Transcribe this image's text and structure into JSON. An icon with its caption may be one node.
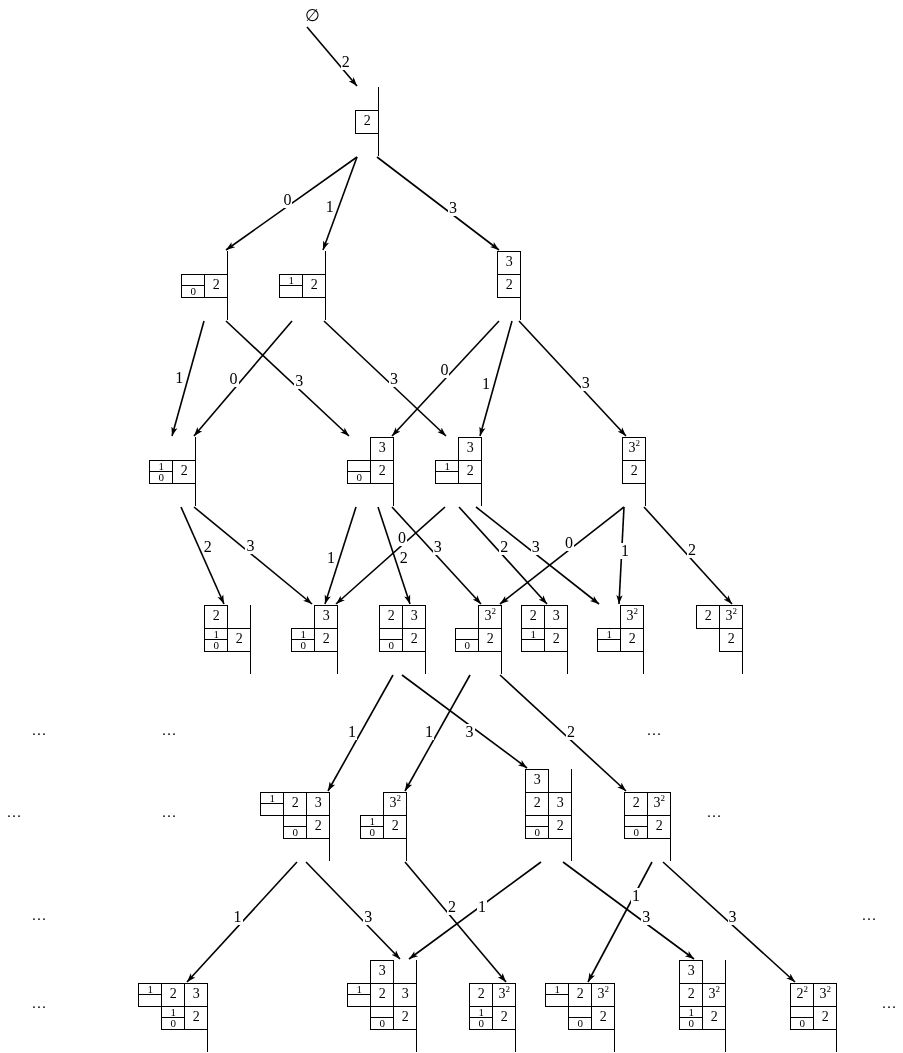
{
  "diagram": {
    "nodes": [
      {
        "text": [
          "∅"
        ]
      },
      {
        "text": [
          "2"
        ]
      },
      {
        "text": [
          "0",
          "2"
        ]
      },
      {
        "text": [
          "1",
          "2"
        ]
      },
      {
        "text": [
          "3",
          "2"
        ]
      },
      {
        "text": [
          "1",
          "0",
          "2"
        ]
      },
      {
        "text": [
          "3",
          "0",
          "2"
        ]
      },
      {
        "text": [
          "3",
          "1",
          "2"
        ]
      },
      {
        "text": [
          "3$^{2}$",
          "2"
        ]
      },
      {
        "text": [
          "2",
          "1",
          "0",
          "2"
        ]
      },
      {
        "text": [
          "3",
          "1",
          "0",
          "2"
        ]
      },
      {
        "text": [
          "2",
          "3",
          "0",
          "2"
        ]
      },
      {
        "text": [
          "3$^{2}$",
          "0",
          "2"
        ]
      },
      {
        "text": [
          "2",
          "3",
          "1",
          "2"
        ]
      },
      {
        "text": [
          "3$^{2}$",
          "1",
          "2"
        ]
      },
      {
        "text": [
          "2",
          "3$^{2}$",
          "2"
        ]
      },
      {
        "text": [
          "1",
          "2",
          "3",
          "0",
          "2"
        ]
      },
      {
        "text": [
          "3$^{2}$",
          "1",
          "0",
          "2"
        ]
      },
      {
        "text": [
          "3",
          "2",
          "3",
          "0",
          "2"
        ]
      },
      {
        "text": [
          "2",
          "3$^{2}$",
          "0",
          "2"
        ]
      },
      {
        "text": [
          "1",
          "2",
          "3",
          "1",
          "0",
          "2"
        ]
      },
      {
        "text": [
          "3",
          "1",
          "2",
          "3",
          "0",
          "2"
        ]
      },
      {
        "text": [
          "2",
          "3$^{2}$",
          "1",
          "0",
          "2"
        ]
      },
      {
        "text": [
          "1",
          "2",
          "3$^{2}$",
          "0",
          "2"
        ]
      },
      {
        "text": [
          "3",
          "2",
          "3$^{2}$",
          "1",
          "0",
          "2"
        ]
      },
      {
        "text": [
          "2$^{2}$",
          "3$^{2}$",
          "0",
          "2"
        ]
      }
    ],
    "edges": [
      {
        "from": 0,
        "to": 1,
        "arrow": "to",
        "label": "2"
      },
      {
        "from": 1,
        "to": 2,
        "arrow": "to",
        "label": "0"
      },
      {
        "from": 1,
        "to": 3,
        "arrow": "to",
        "label": "1"
      },
      {
        "from": 1,
        "to": 4,
        "arrow": "to",
        "label": "3"
      },
      {
        "from": 2,
        "to": 5,
        "arrow": "to",
        "label": "1"
      },
      {
        "from": 2,
        "to": 6,
        "arrow": "to",
        "label": "3"
      },
      {
        "from": 3,
        "to": 5,
        "arrow": "to",
        "label": "0"
      },
      {
        "from": 3,
        "to": 7,
        "arrow": "to",
        "label": "3"
      },
      {
        "from": 4,
        "to": 6,
        "arrow": "to",
        "label": "0"
      },
      {
        "from": 4,
        "to": 7,
        "arrow": "to",
        "label": "1"
      },
      {
        "from": 4,
        "to": 8,
        "arrow": "to",
        "label": "3"
      },
      {
        "from": 5,
        "to": 9,
        "arrow": "to",
        "label": "2"
      },
      {
        "from": 5,
        "to": 10,
        "arrow": "to",
        "label": "3"
      },
      {
        "from": 6,
        "to": 10,
        "arrow": "to",
        "label": "1"
      },
      {
        "from": 6,
        "to": 11,
        "arrow": "to",
        "label": "2"
      },
      {
        "from": 6,
        "to": 12,
        "arrow": "to",
        "label": "3"
      },
      {
        "from": 7,
        "to": 10,
        "arrow": "to",
        "label": "0"
      },
      {
        "from": 7,
        "to": 13,
        "arrow": "to",
        "label": "2"
      },
      {
        "from": 7,
        "to": 14,
        "arrow": "to",
        "label": "3"
      },
      {
        "from": 8,
        "to": 12,
        "arrow": "to",
        "label": "0"
      },
      {
        "from": 8,
        "to": 14,
        "arrow": "to",
        "label": "1"
      },
      {
        "from": 8,
        "to": 15,
        "arrow": "to",
        "label": "2"
      },
      {
        "from": 11,
        "to": 16,
        "arrow": "to",
        "label": "1"
      },
      {
        "from": 11,
        "to": 18,
        "arrow": "to",
        "label": "3"
      },
      {
        "from": 12,
        "to": 17,
        "arrow": "to",
        "label": "1"
      },
      {
        "from": 12,
        "to": 19,
        "arrow": "to",
        "label": "2"
      },
      {
        "from": 16,
        "to": 20,
        "arrow": "to",
        "label": "1"
      },
      {
        "from": 16,
        "to": 21,
        "arrow": "to",
        "label": "3"
      },
      {
        "from": 17,
        "to": 22,
        "arrow": "to",
        "label": "2"
      },
      {
        "from": 18,
        "to": 21,
        "arrow": "to",
        "label": "1"
      },
      {
        "from": 18,
        "to": 24,
        "arrow": "to",
        "label": "3"
      },
      {
        "from": 19,
        "to": 23,
        "arrow": "to",
        "label": "1"
      },
      {
        "from": 19,
        "to": 25,
        "arrow": "to",
        "label": "3"
      }
    ],
    "labels": [
      "…",
      "…",
      "…",
      "…",
      "…",
      "…",
      "…",
      "…",
      "…",
      "…"
    ]
  }
}
